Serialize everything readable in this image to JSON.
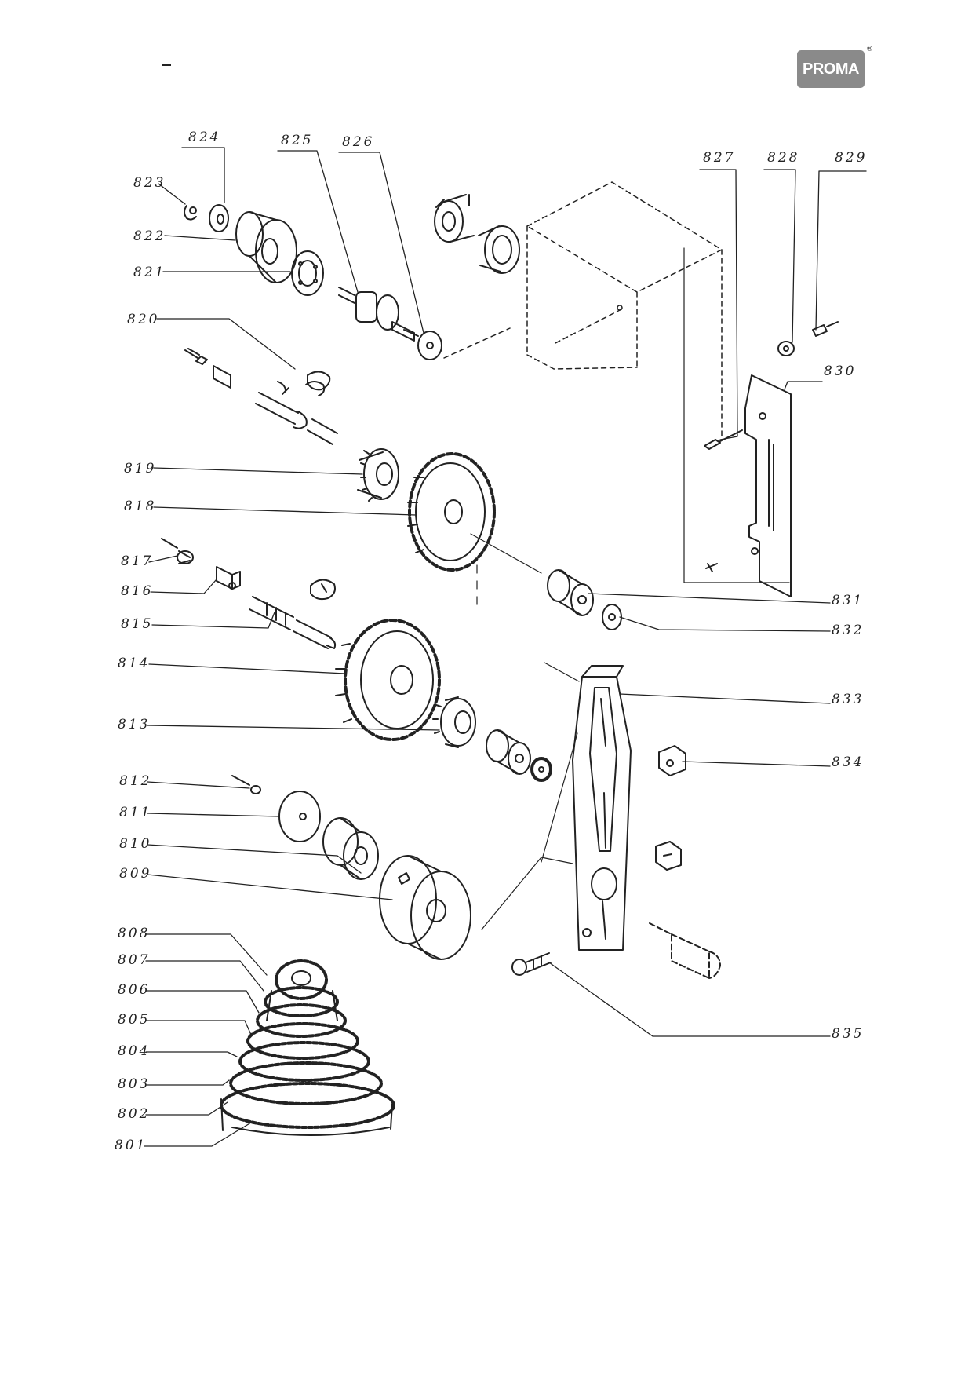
{
  "brand": {
    "logo_text": "PROMA",
    "reg_mark": "®",
    "accent": "#8a8a8a"
  },
  "diagram": {
    "type": "exploded-parts-drawing",
    "part_numbers": [
      "801",
      "802",
      "803",
      "804",
      "805",
      "806",
      "807",
      "808",
      "809",
      "810",
      "811",
      "812",
      "813",
      "814",
      "815",
      "816",
      "817",
      "818",
      "819",
      "820",
      "821",
      "822",
      "823",
      "824",
      "825",
      "826",
      "827",
      "828",
      "829",
      "830",
      "831",
      "832",
      "833",
      "834",
      "835"
    ]
  }
}
